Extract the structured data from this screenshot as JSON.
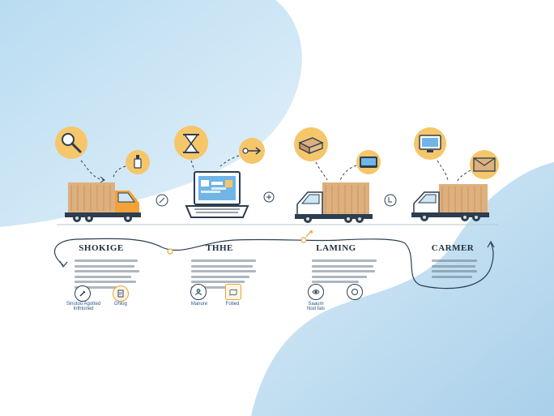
{
  "stages": [
    {
      "id": "storage",
      "title": "SHOKIGE",
      "captions": [
        "Sinutoo Agotted\nInthtoned",
        "Dhlog"
      ]
    },
    {
      "id": "transit",
      "title": "THHE",
      "captions": [
        "Manure",
        "Fotied"
      ]
    },
    {
      "id": "landing",
      "title": "LAMING",
      "captions": [
        "Saaum\nNod fals"
      ]
    },
    {
      "id": "carrier",
      "title": "CARMER",
      "captions": []
    }
  ],
  "colors": {
    "sky": "#c6e0f0",
    "sky_deep": "#9fcae6",
    "accent": "#f6c66a",
    "accent_stroke": "#e9a23b",
    "ink": "#2c3e50",
    "box": "#deb07e",
    "truck_orange": "#f2a23a",
    "truck_white": "#ffffff",
    "screen": "#6fb6e6"
  },
  "icons": [
    "magnifier-icon",
    "bottle-icon",
    "hourglass-icon",
    "arrow-key-icon",
    "box-icon",
    "monitor-icon",
    "tablet-icon",
    "document-box-icon",
    "clock-icon",
    "shield-icon"
  ]
}
